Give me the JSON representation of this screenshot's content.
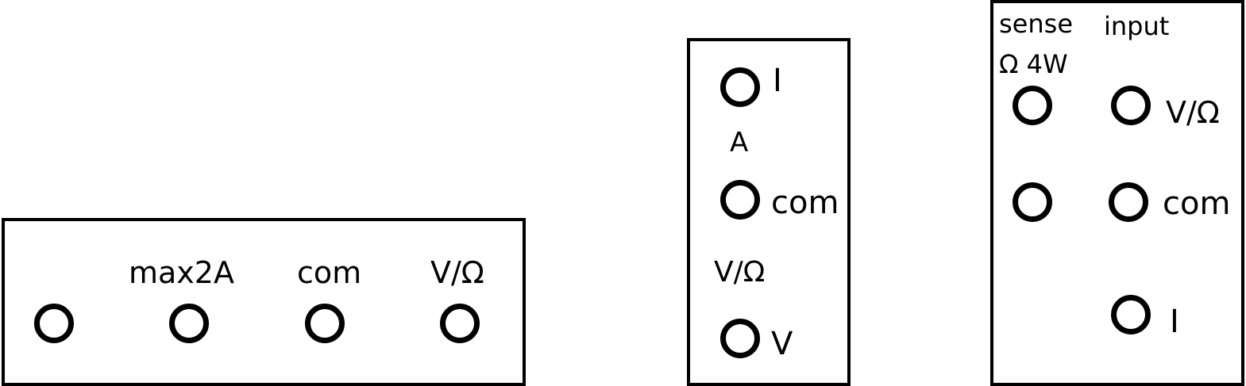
{
  "panels": [
    {
      "labels": [
        "max2A",
        "com",
        "V/Ω"
      ]
    },
    {
      "labels": [
        "I",
        "A",
        "com",
        "V/Ω",
        "V"
      ]
    },
    {
      "labels": [
        "sense",
        "Ω 4W",
        "input",
        "V/Ω",
        "com",
        "I"
      ]
    }
  ]
}
